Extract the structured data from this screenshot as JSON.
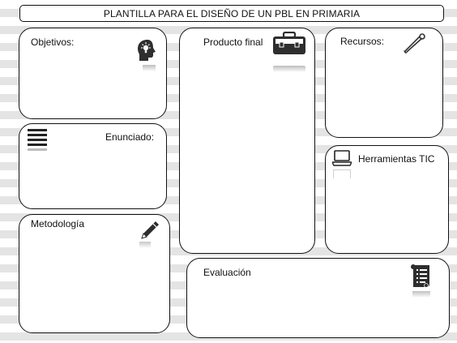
{
  "title": "PLANTILLA PARA EL DISEÑO DE UN PBL EN PRIMARIA",
  "sections": {
    "objetivos": {
      "label": "Objetivos:",
      "icon": "head-lightbulb-icon"
    },
    "enunciado": {
      "label": "Enunciado:",
      "icon": "list-lines-icon"
    },
    "metodologia": {
      "label": "Metodología",
      "icon": "pencil-icon"
    },
    "producto_final": {
      "label": "Producto final",
      "icon": "briefcase-icon"
    },
    "recursos": {
      "label": "Recursos:",
      "icon": "safety-pin-icon"
    },
    "herramientas_tic": {
      "label": "Herramientas TIC",
      "icon": "laptop-icon"
    },
    "evaluacion": {
      "label": "Evaluación",
      "icon": "scroll-checklist-icon"
    }
  }
}
